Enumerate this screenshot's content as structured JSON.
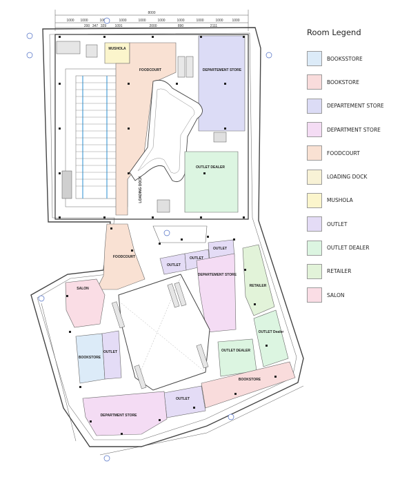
{
  "legend": {
    "title": "Room Legend",
    "items": [
      {
        "label": "BOOKSSTORE",
        "color": "#dcebf8"
      },
      {
        "label": "BOOKSTORE",
        "color": "#f9dcdc"
      },
      {
        "label": "DEPARTEMENT STORE",
        "color": "#dcdcf6"
      },
      {
        "label": "DEPARTMENT STORE",
        "color": "#f4dcf4"
      },
      {
        "label": "FOODCOURT",
        "color": "#f9e1d3"
      },
      {
        "label": "LOADING DOCK",
        "color": "#f8f2d6"
      },
      {
        "label": "MUSHOLA",
        "color": "#fbf5cc"
      },
      {
        "label": "OUTLET",
        "color": "#e4dcf6"
      },
      {
        "label": "OUTLET DEALER",
        "color": "#dcf5e1"
      },
      {
        "label": "RETAILER",
        "color": "#e2f3d9"
      },
      {
        "label": "SALON",
        "color": "#fadde5"
      }
    ]
  },
  "plan": {
    "top_dimensions": [
      "1000",
      "1000",
      "1000",
      "1000",
      "1000",
      "1000",
      "1000",
      "1000",
      "1000",
      "1000"
    ],
    "overall_dimension": "8000",
    "sub_dimensions": [
      "200",
      "347",
      "329",
      "1091",
      "2000",
      "890",
      "2111"
    ],
    "rooms": {
      "mushola": "MUSHOLA",
      "foodcourt_top": "FOODCOURT",
      "dept_store_top": "DEPARTEMENT STORE",
      "outlet_dealer_top": "OUTLET DEALER",
      "loading_dock": "LOADING DOCK",
      "foodcourt_mid": "FOODCOURT",
      "salon": "SALON",
      "outlet_a": "OUTLET",
      "outlet_b": "OUTLET",
      "outlet_c": "OUTLET",
      "dept_store_mid": "DEPARTEMENT STORE",
      "retailer": "RETAILER",
      "outlet_dealer_right": "OUTLET Dealer",
      "outlet_dealer_low": "OUTLET DEALER",
      "bookstore_left": "BOOKSTORE",
      "outlet_left": "OUTLET",
      "bookstore_low": "BOOKSTORE",
      "outlet_low": "OUTLET",
      "dept_store_low": "DEPARTMENT STORE"
    }
  }
}
